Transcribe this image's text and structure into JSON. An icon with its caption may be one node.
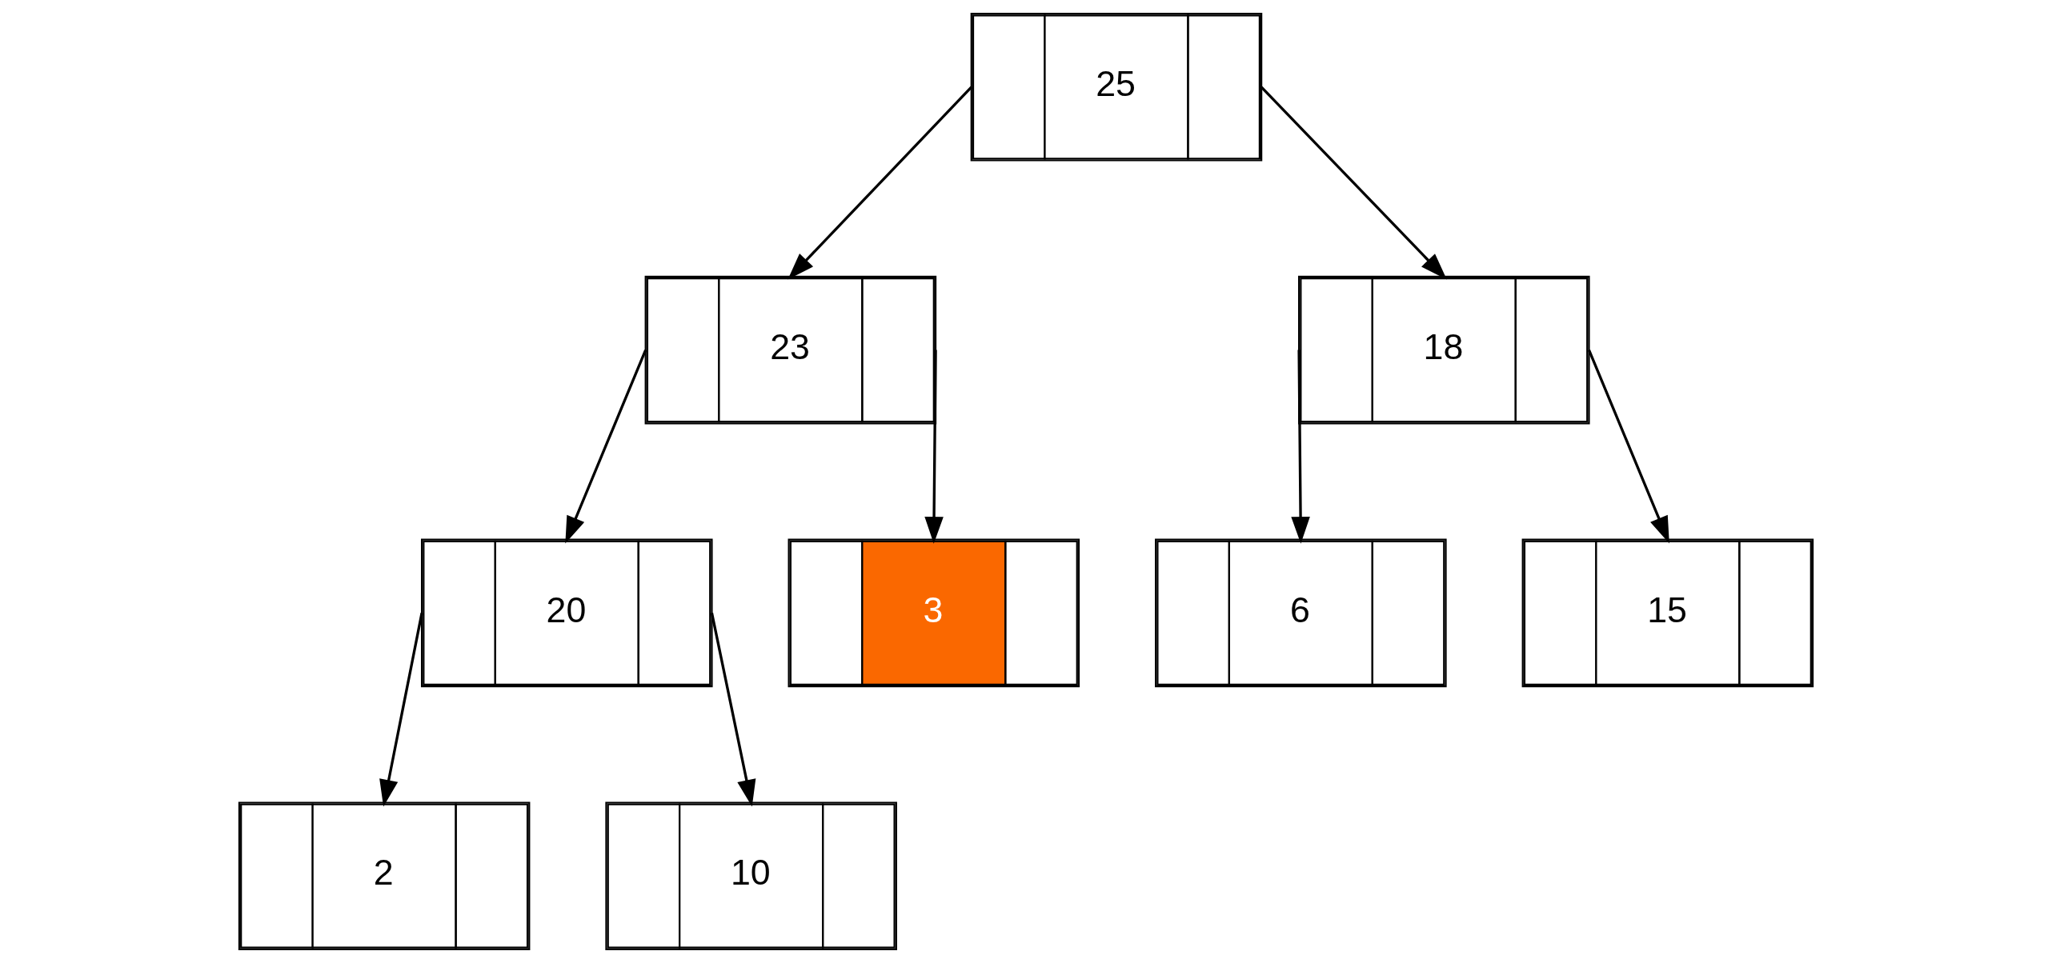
{
  "diagram": {
    "nodes": [
      {
        "text": [
          "25"
        ]
      },
      {
        "text": [
          "23"
        ]
      },
      {
        "text": [
          "18"
        ]
      },
      {
        "text": [
          "20"
        ]
      },
      {
        "text": [
          "3"
        ]
      },
      {
        "text": [
          "6"
        ]
      },
      {
        "text": [
          "15"
        ]
      },
      {
        "text": [
          "2"
        ]
      },
      {
        "text": [
          "10"
        ]
      }
    ],
    "edges": [
      {
        "from": 0,
        "to": 1,
        "arrow": "to"
      },
      {
        "from": 0,
        "to": 2,
        "arrow": "to"
      },
      {
        "from": 1,
        "to": 3,
        "arrow": "to"
      },
      {
        "from": 1,
        "to": 4,
        "arrow": "to"
      },
      {
        "from": 2,
        "to": 5,
        "arrow": "to"
      },
      {
        "from": 2,
        "to": 6,
        "arrow": "to"
      },
      {
        "from": 3,
        "to": 7,
        "arrow": "to"
      },
      {
        "from": 3,
        "to": 8,
        "arrow": "to"
      }
    ]
  }
}
